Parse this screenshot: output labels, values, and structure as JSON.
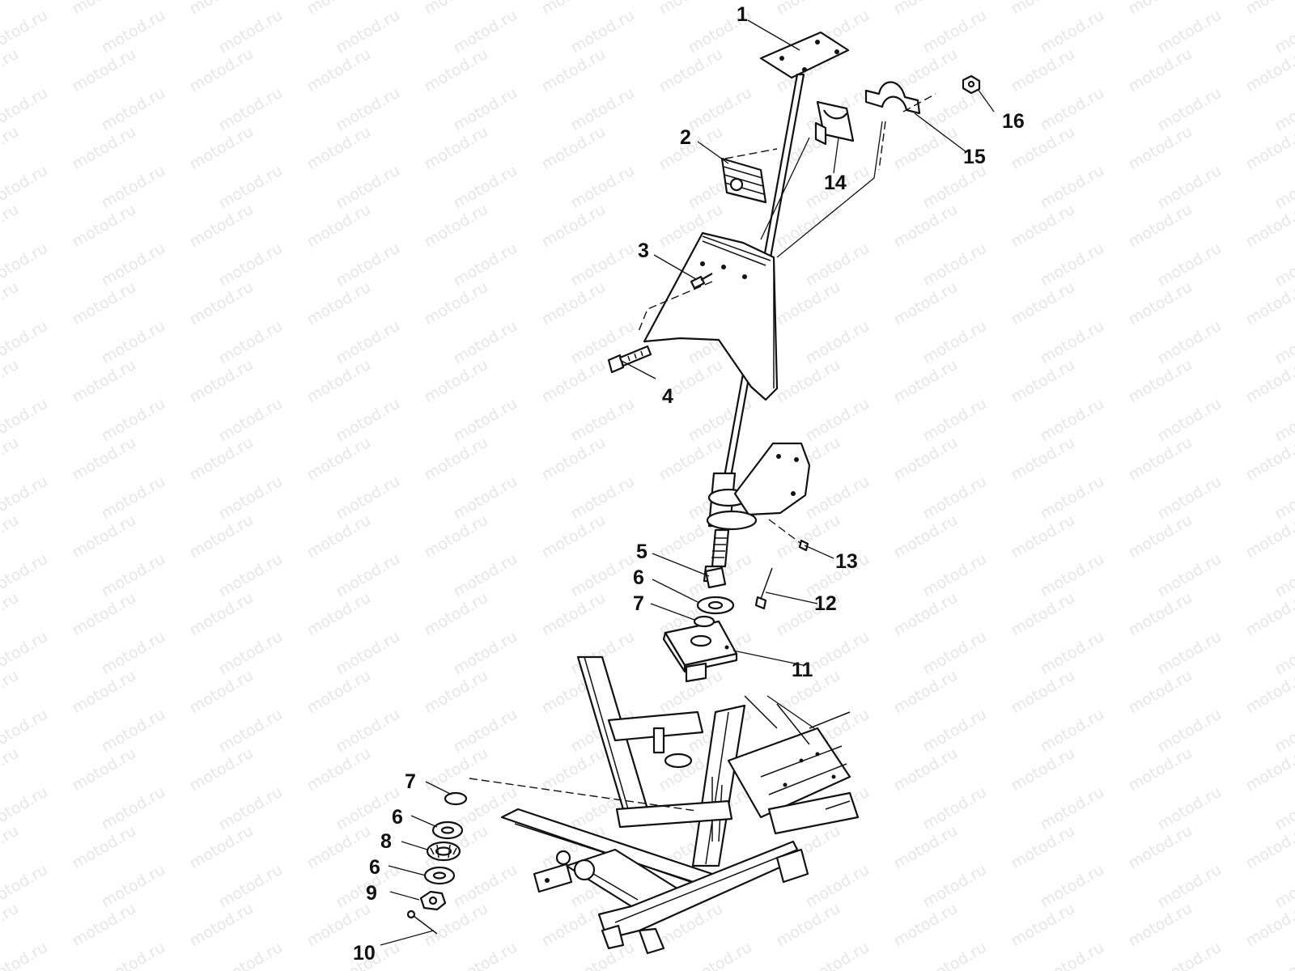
{
  "watermark": "motod.ru",
  "callouts": {
    "c1": "1",
    "c2": "2",
    "c3": "3",
    "c4": "4",
    "c5": "5",
    "c6a": "6",
    "c7a": "7",
    "c11": "11",
    "c12": "12",
    "c13": "13",
    "c14": "14",
    "c15": "15",
    "c16": "16",
    "c7b": "7",
    "c6b": "6",
    "c8": "8",
    "c6c": "6",
    "c9": "9",
    "c10": "10"
  }
}
